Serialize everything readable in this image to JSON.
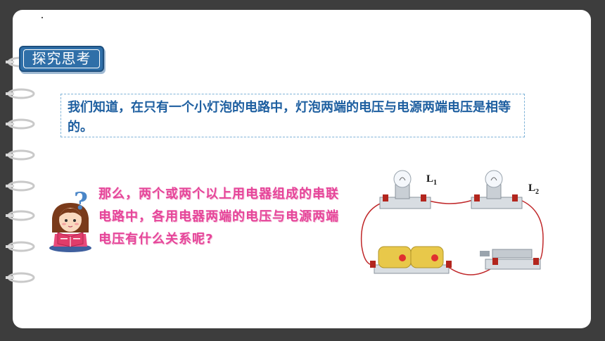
{
  "section_tag": "探究思考",
  "statement": "我们知道，在只有一个小灯泡的电路中，灯泡两端的电压与电源两端电压是相等的。",
  "question": "那么，两个或两个以上用电器组成的串联电路中，各用电器两端的电压与电源两端电压有什么关系呢?",
  "question_mark": "?",
  "circuit": {
    "lamp1_label": "L",
    "lamp1_sub": "1",
    "lamp2_label": "L",
    "lamp2_sub": "2"
  },
  "colors": {
    "tag_bg": "#2f6fa8",
    "statement_text": "#1e5fa0",
    "question_text": "#e6469a",
    "wire": "#c0282a"
  },
  "icons": [
    "notebook-ring-icon",
    "girl-reading-icon",
    "question-mark-icon",
    "bulb-icon",
    "battery-icon",
    "switch-icon"
  ]
}
